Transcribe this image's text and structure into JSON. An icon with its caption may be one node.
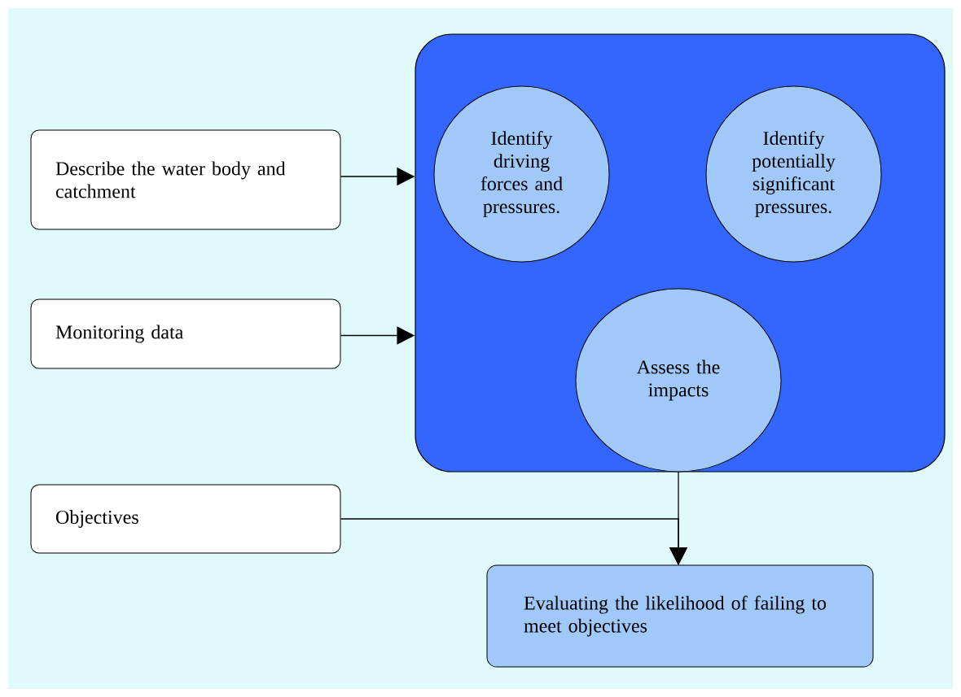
{
  "diagram": {
    "nodes": [
      {
        "text": [],
        "shape": "box"
      },
      {
        "text": [
          "Identify driving forces and pressures."
        ],
        "in": 0
      },
      {
        "text": [
          "Identify potentially significant pressures."
        ],
        "in": 0
      },
      {
        "text": [
          "Assess the impacts"
        ],
        "in": 0
      },
      {
        "text": [
          "Describe the water body and catchment"
        ]
      },
      {
        "text": [
          "Monitoring data"
        ]
      },
      {
        "text": [
          "Objectives"
        ]
      },
      {
        "text": [
          "Evaluating the likelihood of failing to meet objectives"
        ]
      }
    ],
    "edges": [
      {
        "from": 4,
        "to": 0,
        "arrow": "to"
      },
      {
        "from": 5,
        "to": 0,
        "arrow": "to"
      },
      {
        "from": 0,
        "to": 7,
        "arrow": "to"
      },
      {
        "from": 6,
        "to": 7,
        "arrow": "to"
      }
    ]
  }
}
